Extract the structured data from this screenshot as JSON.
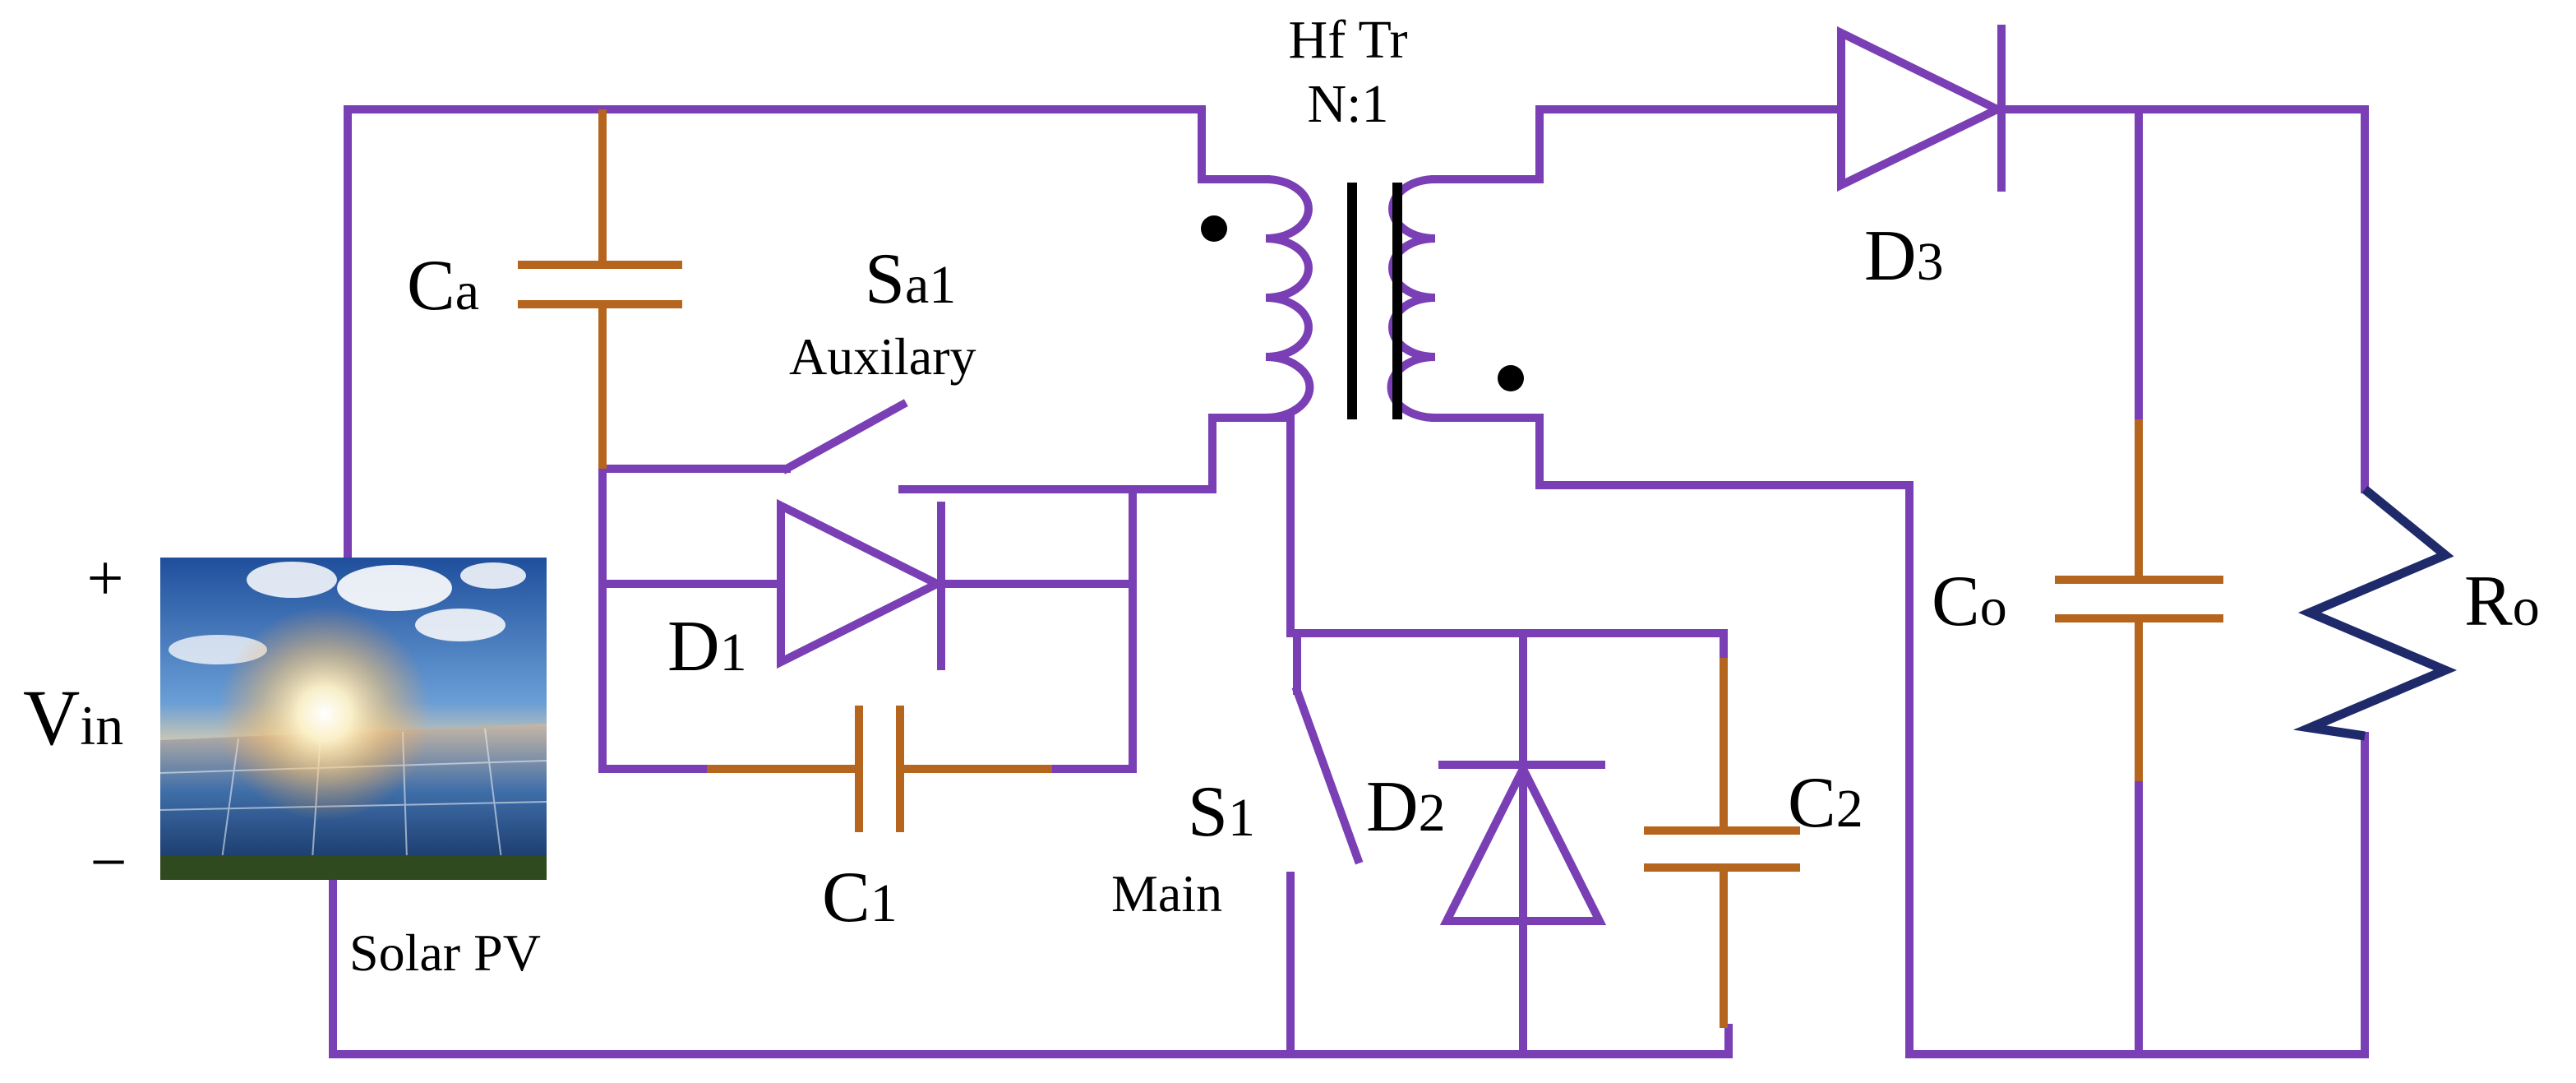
{
  "colors": {
    "wire": "#7a3fb4",
    "capacitor": "#b5651d",
    "resistor": "#1f2a6b",
    "core": "#000000"
  },
  "transformer": {
    "name": "Hf Tr",
    "ratio": "N:1"
  },
  "source": {
    "plus": "+",
    "minus": "−",
    "v_main": "V",
    "v_sub": "in",
    "label": "Solar PV"
  },
  "components": {
    "ca": {
      "main": "C",
      "sub": "a"
    },
    "sa1": {
      "main": "S",
      "sub": "a1",
      "desc": "Auxilary"
    },
    "d1": {
      "main": "D",
      "sub": "1"
    },
    "c1": {
      "main": "C",
      "sub": "1"
    },
    "s1": {
      "main": "S",
      "sub": "1",
      "desc": "Main"
    },
    "d2": {
      "main": "D",
      "sub": "2"
    },
    "c2": {
      "main": "C",
      "sub": "2"
    },
    "d3": {
      "main": "D",
      "sub": "3"
    },
    "co": {
      "main": "C",
      "sub": "o"
    },
    "ro": {
      "main": "R",
      "sub": "o"
    }
  }
}
